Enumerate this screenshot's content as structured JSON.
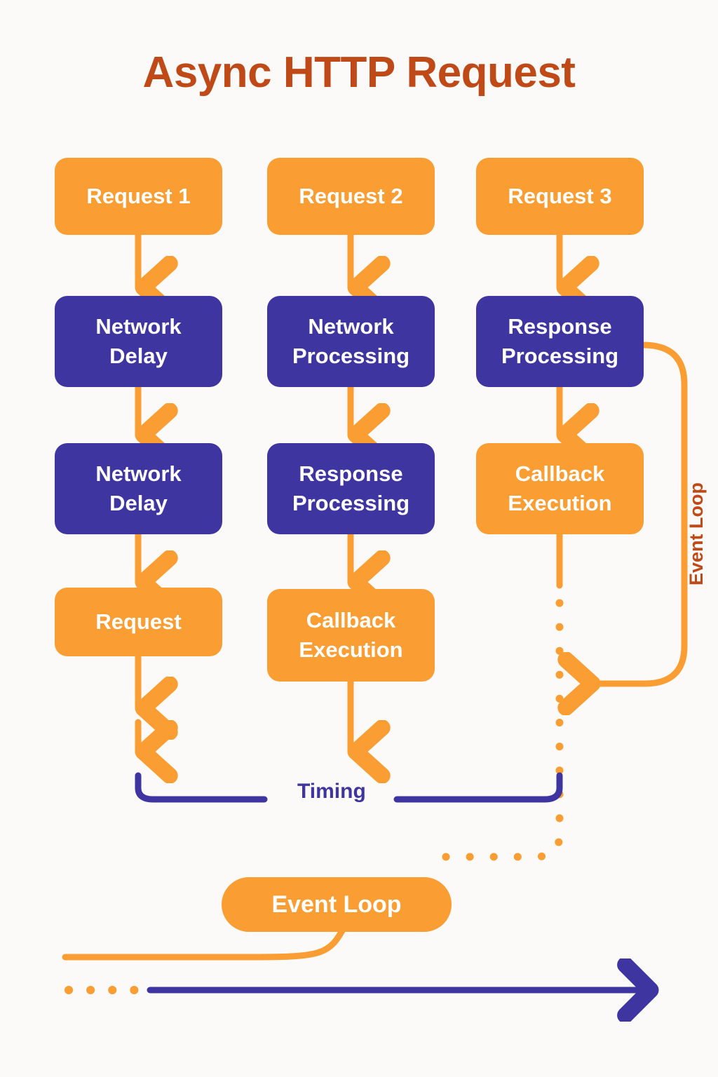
{
  "page": {
    "title": "Async HTTP Request",
    "background_color": "#FBFAF8",
    "title_color": "#BF4A18"
  },
  "palette": {
    "orange": "#FA9E33",
    "purple": "#3F35A0",
    "white": "#FFFFFF",
    "rust": "#BF4A18"
  },
  "columns": [
    {
      "name": "column-1",
      "nodes": [
        {
          "label": "Request 1",
          "color": "orange",
          "lines": 1
        },
        {
          "label": "Network\nDelay",
          "color": "purple",
          "lines": 2
        },
        {
          "label": "Network\nDelay",
          "color": "purple",
          "lines": 2
        },
        {
          "label": "Request",
          "color": "orange",
          "lines": 1
        }
      ]
    },
    {
      "name": "column-2",
      "nodes": [
        {
          "label": "Request 2",
          "color": "orange",
          "lines": 1
        },
        {
          "label": "Network\nProcessing",
          "color": "purple",
          "lines": 2
        },
        {
          "label": "Response\nProcessing",
          "color": "purple",
          "lines": 2
        },
        {
          "label": "Callback\nExecution",
          "color": "orange",
          "lines": 2
        }
      ]
    },
    {
      "name": "column-3",
      "nodes": [
        {
          "label": "Request 3",
          "color": "orange",
          "lines": 1
        },
        {
          "label": "Response\nProcessing",
          "color": "purple",
          "lines": 2
        },
        {
          "label": "Callback\nExecution",
          "color": "orange",
          "lines": 2
        }
      ]
    }
  ],
  "annotations": {
    "timing_label": "Timing",
    "event_loop_vertical_label": "Event Loop",
    "event_loop_pill": "Event Loop"
  }
}
